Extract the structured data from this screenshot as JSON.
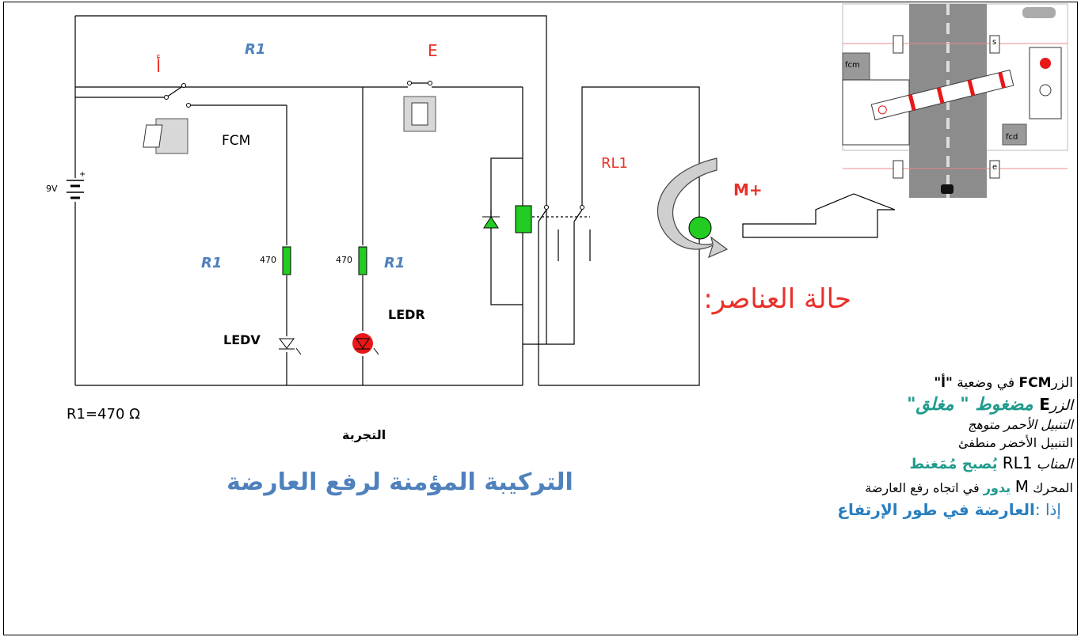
{
  "circuit": {
    "label_switch_a": "أ",
    "label_r1_top": "R1",
    "label_e": "E",
    "label_fcm": "FCM",
    "label_battery": "9V",
    "label_battery_plus": "+",
    "label_r1_left": "R1",
    "label_r1_right": "R1",
    "resistor_value_left": "470",
    "resistor_value_right": "470",
    "label_ledv": "LEDV",
    "label_ledr": "LEDR",
    "label_rl1": "RL1",
    "label_mplus": "M+",
    "r1_value": "R1=470 Ω",
    "caption_experiment": "التجربة"
  },
  "title": "التركيبة المؤمنة لرفع العارضة",
  "scene": {
    "fcm_label": "fcm",
    "fcd_label": "fcd",
    "sensor_s": "s",
    "sensor_e": "e"
  },
  "status": {
    "heading": "حالة العناصر:",
    "line1_a": "الزر",
    "line1_b": "FCM",
    "line1_c": " في وضعية ",
    "line1_d": "\"أ\"",
    "line2_a": "الزر",
    "line2_b": "E",
    "line2_c": " مضغوط \" مغلق\"",
    "line3": "التنبيل الأحمر متوهج",
    "line4": "التنبيل الأخضر منطفئ",
    "line5_a": "المناب ",
    "line5_b": "RL1",
    "line5_c": " يُصبح مُمَغنط",
    "line6_a": "المحرك ",
    "line6_b": "M",
    "line6_c": " يدور",
    "line6_d": " في اتجاه رفع العارضة",
    "conclusion_a": "إذا :",
    "conclusion_b": "العارضة في طور الإرتفاع"
  },
  "colors": {
    "red_label": "#e8312a",
    "blue_label": "#4f81bd",
    "teal_text": "#1f9a8c",
    "green_component": "#22cc22",
    "led_red": "#e81818"
  }
}
